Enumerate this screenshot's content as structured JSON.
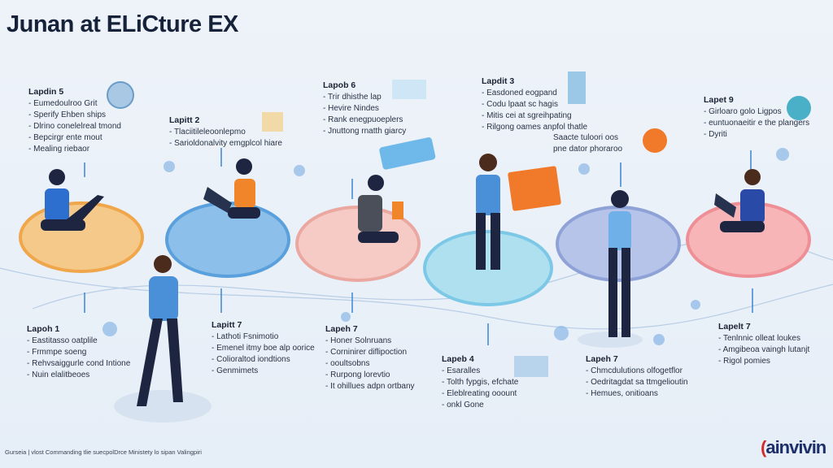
{
  "title": "Junan at ELiCture EX",
  "layers": [
    {
      "id": "l5",
      "title": "Lapdin 5",
      "items": [
        "Eumedoulroo Grit",
        "Sperify Ehben ships",
        "Dlrino conelelreal tmond",
        "Bepcirgr ente mout",
        "Mealing riebaor"
      ]
    },
    {
      "id": "l2",
      "title": "Lapitt 2",
      "items": [
        "Tlaciitileleoonlepmo",
        "Sarioldonalvity emgplcol hiare"
      ]
    },
    {
      "id": "l6",
      "title": "Lapob 6",
      "items": [
        "Trir dhisthe lap",
        "Hevire Nindes",
        "Rank enegpuoeplers",
        "Jnuttong rnatth giarcy"
      ]
    },
    {
      "id": "l3",
      "title": "Lapdit 3",
      "items": [
        "Easdoned eogpand",
        "Codu lpaat sc hagis",
        "Mitis cei at sgreihpating",
        "Rilgong oames anpfol thatle"
      ]
    },
    {
      "id": "l9",
      "title": "Lapet 9",
      "items": [
        "Girloaro golo Ligpos",
        "euntuonaeitir e the plangers",
        "Dyriti"
      ]
    },
    {
      "id": "l1",
      "title": "Lapoh 1",
      "items": [
        "Eastitasso oatplile",
        "Frmmpe soeng",
        "Rehvsaiggurle cond Intione",
        "Nuin elalitbeoes"
      ]
    },
    {
      "id": "l7a",
      "title": "Lapitt 7",
      "items": [
        "Lathoti Fsnimotio",
        "Emenel itmy boe alp oorice",
        "Colioraltod iondtions",
        "Genmimets"
      ]
    },
    {
      "id": "l7b",
      "title": "Lapeh 7",
      "items": [
        "Honer Solnruans",
        "Corninirer diflipoction",
        "ooultsobns",
        "Rurpong lorevtio",
        "It ohillues adpn ortbany"
      ]
    },
    {
      "id": "l4",
      "title": "Lapeb 4",
      "items": [
        "Esaralles",
        "Tolth fypgis, efchate",
        "Eleblreating ooount",
        "onkl Gone"
      ]
    },
    {
      "id": "l7c",
      "title": "Lapeh 7",
      "items": [
        "Chmcdulutions olfogetflor",
        "Oedritagdat sa ttmgelioutin",
        "Hemues, onitioans"
      ]
    },
    {
      "id": "l7d",
      "title": "Lapelt 7",
      "items": [
        "Tenlnnic olleat loukes",
        "Amgibeoa vaingh lutanjt",
        "Rigol pomies"
      ]
    }
  ],
  "side_note": [
    "Saacte tuloori oos",
    "pne dator phoraroo"
  ],
  "footer": "Gurseia | vlost Commanding tlie suecpolDrce Ministety lo sipan Valingpiri",
  "logo": {
    "prefix": "(",
    "text": "ainvivin"
  },
  "colors": {
    "accent": "#3a86d4",
    "orange": "#f07a2a",
    "navy": "#16223a"
  }
}
